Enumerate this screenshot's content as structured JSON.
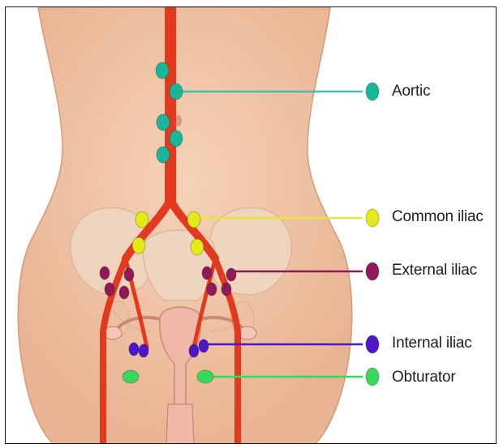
{
  "legend": [
    {
      "id": "aortic",
      "label": "Aortic",
      "color": "#19b79a",
      "lineColor": "#36c6b0"
    },
    {
      "id": "common-iliac",
      "label": "Common iliac",
      "color": "#e4ea18",
      "lineColor": "#e8e43a"
    },
    {
      "id": "external-iliac",
      "label": "External iliac",
      "color": "#8e1a5a",
      "lineColor": "#8e1a5a"
    },
    {
      "id": "internal-iliac",
      "label": "Internal iliac",
      "color": "#4b17c9",
      "lineColor": "#4b17c9"
    },
    {
      "id": "obturator",
      "label": "Obturator",
      "color": "#38d85a",
      "lineColor": "#38d85a"
    }
  ],
  "colors": {
    "skin": "#f3c9ac",
    "skinShadow": "#e2ab8a",
    "artery": "#e23a1e",
    "bone": "#efd9c4"
  }
}
